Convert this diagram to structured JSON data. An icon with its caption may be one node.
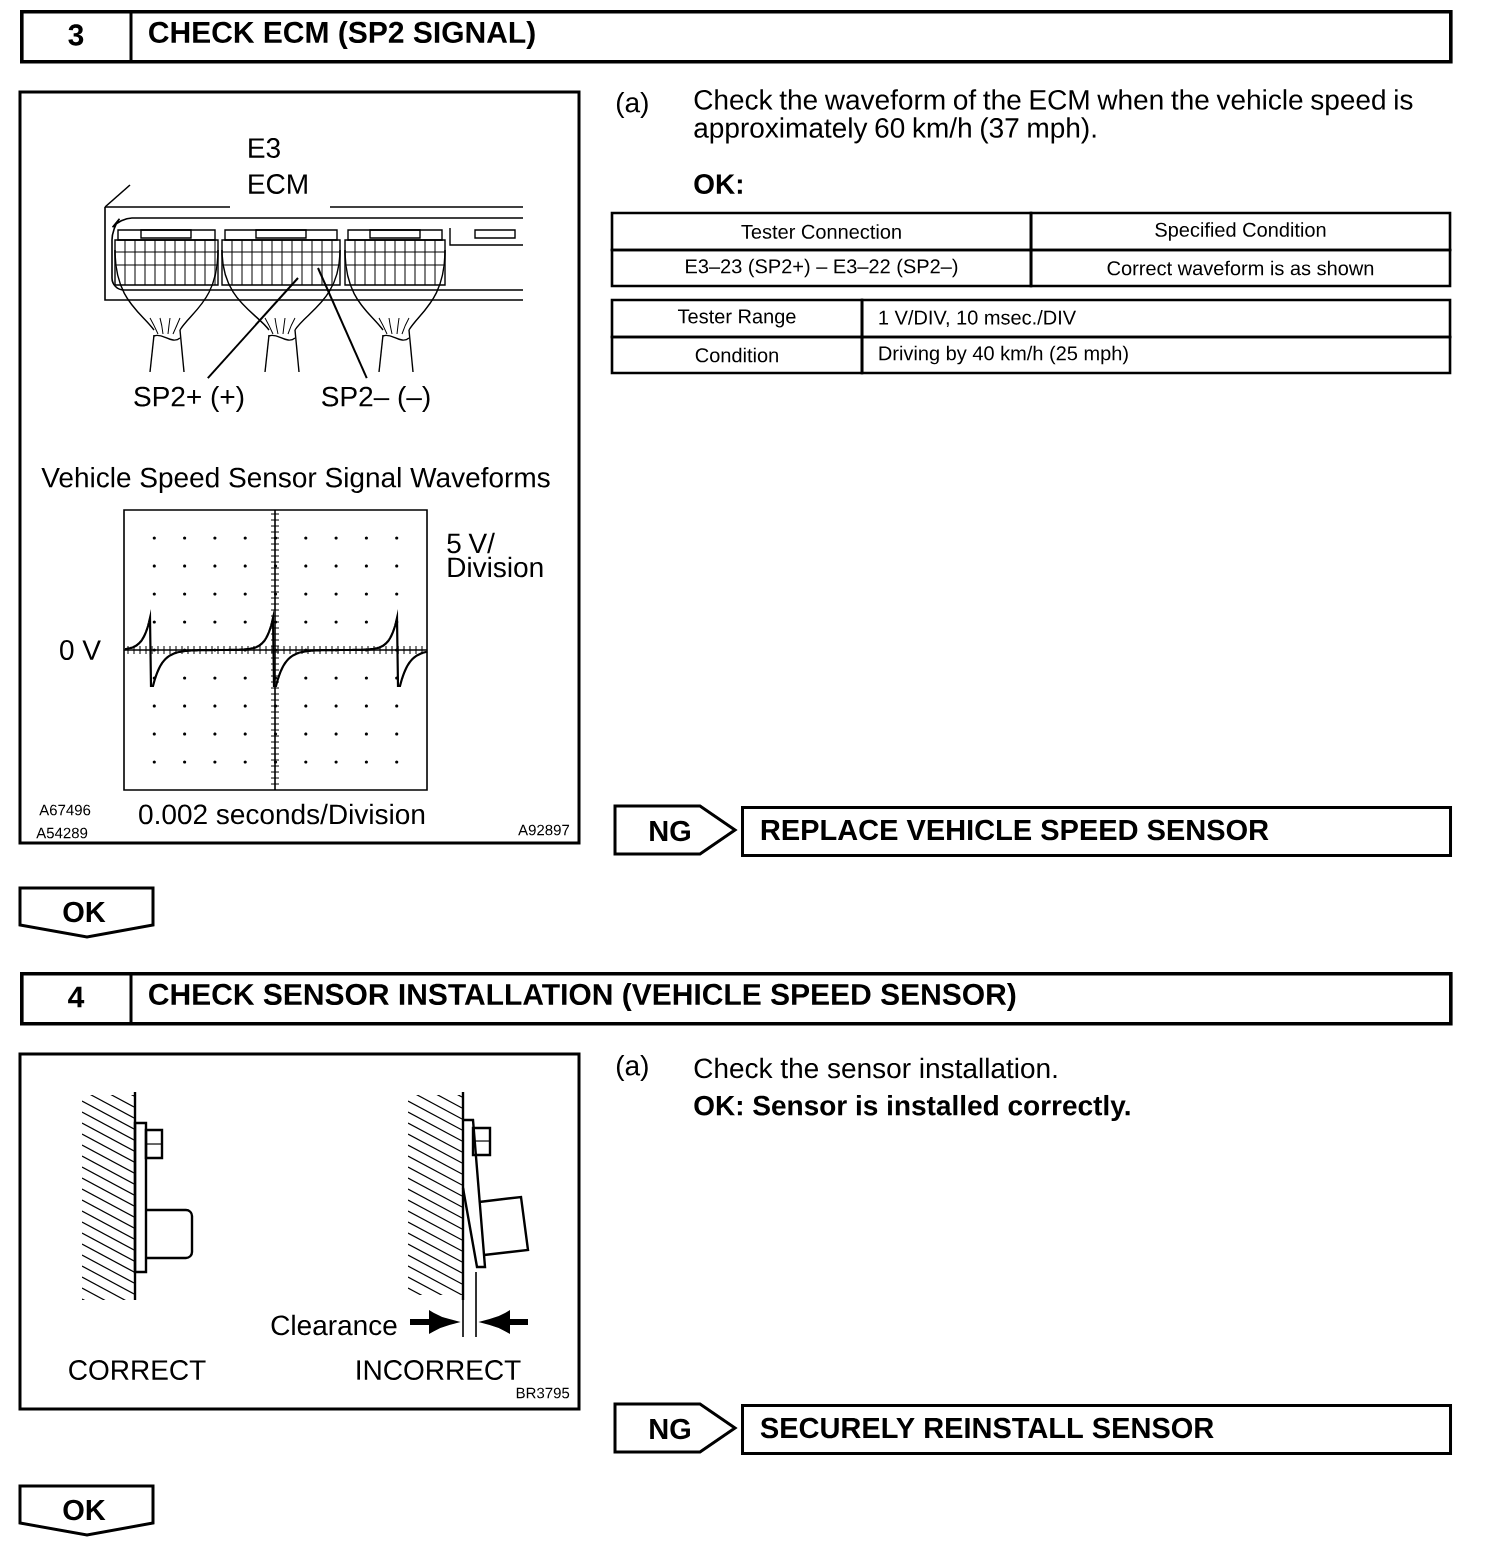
{
  "diagram": {
    "nodes": [
      {
        "text": [
          "3",
          "CHECK ECM (SP2 SIGNAL)"
        ]
      },
      {
        "text": [
          "SP2+ (+)"
        ]
      },
      {
        "text": [
          "SP2– (–)"
        ]
      },
      {
        "text": [
          "NG"
        ]
      },
      {
        "text": [
          "REPLACE VEHICLE SPEED SENSOR"
        ]
      },
      {
        "text": [
          "OK"
        ]
      },
      {
        "text": [
          "4",
          "CHECK SENSOR INSTALLATION (VEHICLE SPEED SENSOR)"
        ]
      },
      {
        "text": [
          "NG"
        ]
      },
      {
        "text": [
          "SECURELY REINSTALL SENSOR"
        ]
      },
      {
        "text": [
          "OK"
        ]
      }
    ],
    "edges": [
      {
        "from": 1,
        "to": null,
        "arrow": "none"
      },
      {
        "from": 2,
        "to": null,
        "arrow": "none"
      }
    ],
    "labels": [
      "E3",
      "ECM",
      "Vehicle Speed Sensor Signal Waveforms",
      "5 V/ Division",
      "0 V",
      "A67496",
      "A54289",
      "0.002 seconds/Division",
      "A92897",
      "(a)",
      "Check the waveform of the ECM when the vehicle speed is approximately 60 km/h (37 mph).",
      "OK:",
      "Tester Connection",
      "Specified Condition",
      "E3–23 (SP2+) – E3–22 (SP2–)",
      "Correct waveform is as shown",
      "Tester Range",
      "1 V/DIV, 10 msec./DIV",
      "Condition",
      "Driving by 40 km/h (25 mph)",
      "Clearance",
      "CORRECT",
      "INCORRECT",
      "BR3795",
      "(a)",
      "Check the sensor installation.",
      "OK: Sensor is installed correctly."
    ]
  }
}
